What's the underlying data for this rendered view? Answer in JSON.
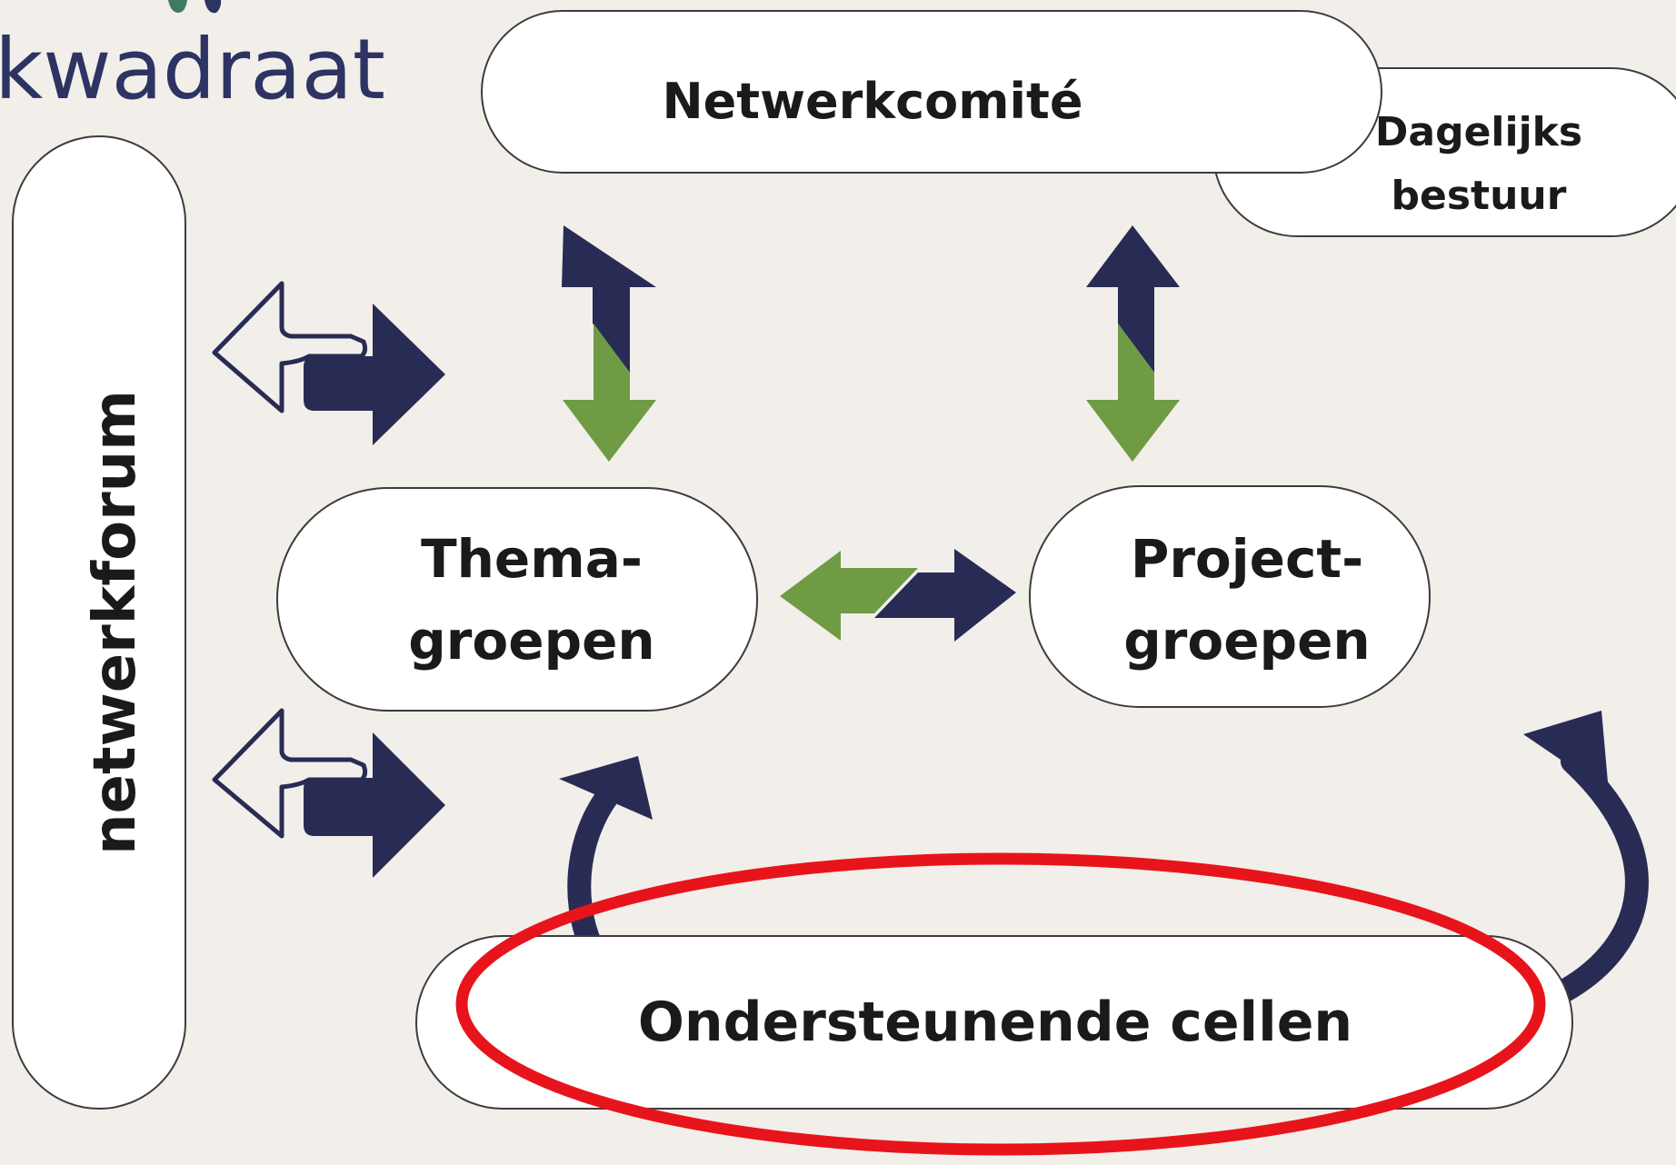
{
  "logo": {
    "text": "kwadraat"
  },
  "nodes": {
    "netwerkcomite": "Netwerkcomité",
    "dagelijks_bestuur": {
      "line1": "Dagelijks",
      "line2": "bestuur"
    },
    "netwerkforum": "netwerkforum",
    "themagroepen": {
      "line1": "Thema-",
      "line2": "groepen"
    },
    "projectgroepen": {
      "line1": "Project-",
      "line2": "groepen"
    },
    "ondersteunende_cellen": "Ondersteunende cellen"
  },
  "colors": {
    "background": "#f2eee9",
    "navy": "#282c54",
    "green": "#6e9b43",
    "highlight": "#e8141b",
    "box_fill": "#ffffff",
    "box_stroke": "#3c3c3c",
    "logo_text": "#2d3362"
  }
}
